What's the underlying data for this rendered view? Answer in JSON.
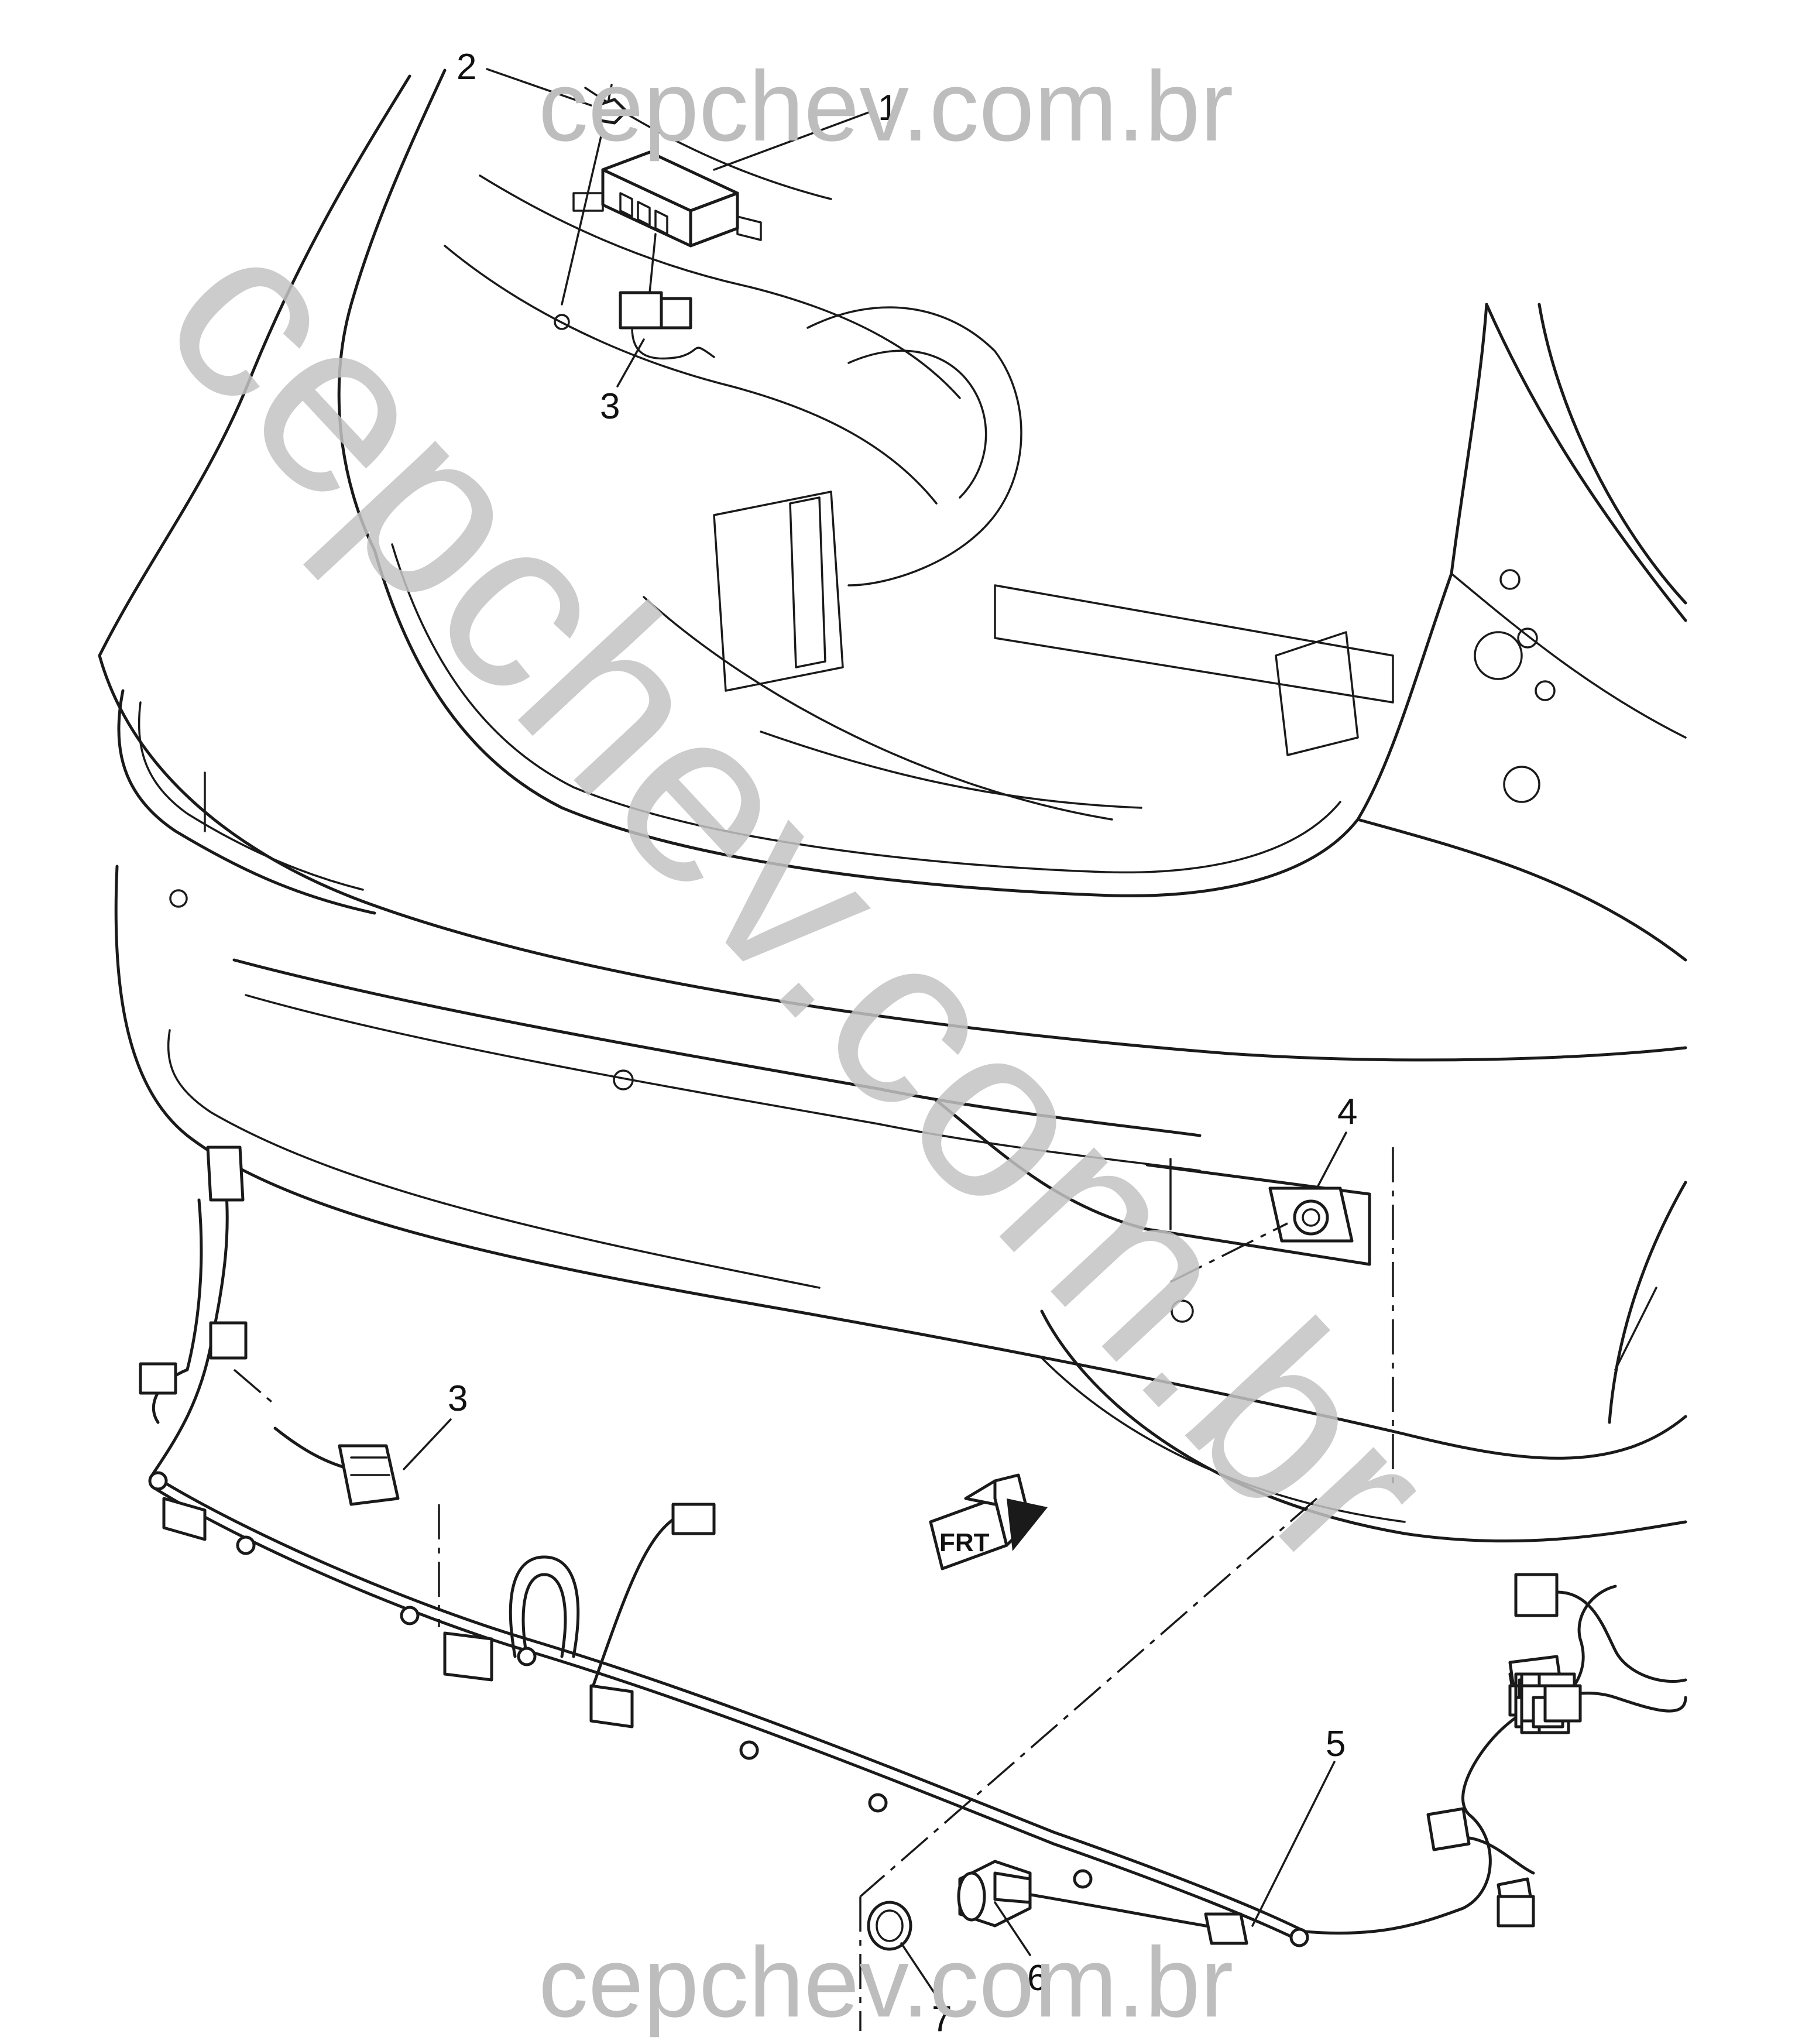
{
  "callouts": [
    {
      "id": "1",
      "text": "1"
    },
    {
      "id": "2",
      "text": "2"
    },
    {
      "id": "3a",
      "text": "3"
    },
    {
      "id": "3b",
      "text": "3"
    },
    {
      "id": "4",
      "text": "4"
    },
    {
      "id": "5",
      "text": "5"
    },
    {
      "id": "6",
      "text": "6"
    },
    {
      "id": "7",
      "text": "7"
    }
  ],
  "watermarks": {
    "top": "cepchev.com.br",
    "bottom": "cepchev.com.br",
    "diagonal": "cepchev.com.br"
  },
  "direction_marker": {
    "text": "FRT",
    "icon": "front-direction-arrow-icon"
  }
}
